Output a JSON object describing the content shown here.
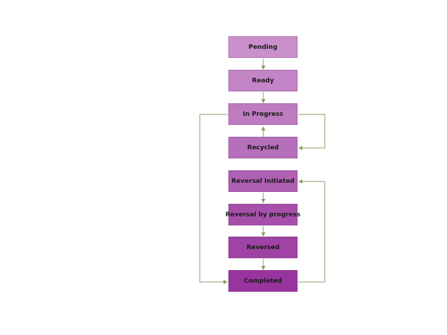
{
  "diagram": {
    "states": [
      {
        "id": "pending",
        "label": "Pending",
        "color": "#c990cc"
      },
      {
        "id": "ready",
        "label": "Ready",
        "color": "#c385c6"
      },
      {
        "id": "in_progress",
        "label": "In Progress",
        "color": "#bd7bc0"
      },
      {
        "id": "recycled",
        "label": "Recycled",
        "color": "#b66fba"
      },
      {
        "id": "reversal_initiated",
        "label": "Reversal Initiated",
        "color": "#ae60b2"
      },
      {
        "id": "reversal_by_progress",
        "label": "Reversal by progress",
        "color": "#a650ab"
      },
      {
        "id": "reversed",
        "label": "Reversed",
        "color": "#9f43a4"
      },
      {
        "id": "completed",
        "label": "Completed",
        "color": "#98349d"
      }
    ],
    "transitions": [
      {
        "from": "pending",
        "to": "ready"
      },
      {
        "from": "ready",
        "to": "in_progress"
      },
      {
        "from": "recycled",
        "to": "in_progress"
      },
      {
        "from": "in_progress",
        "to": "recycled"
      },
      {
        "from": "in_progress",
        "to": "completed"
      },
      {
        "from": "reversal_initiated",
        "to": "reversal_by_progress"
      },
      {
        "from": "reversal_by_progress",
        "to": "reversed"
      },
      {
        "from": "reversed",
        "to": "completed"
      },
      {
        "from": "completed",
        "to": "reversal_initiated"
      }
    ],
    "connector_color": "#8f9a6a"
  }
}
